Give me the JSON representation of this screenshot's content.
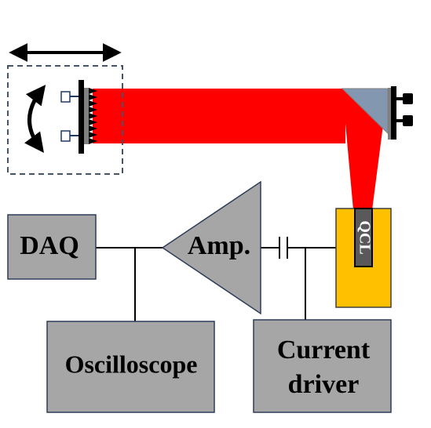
{
  "labels": {
    "daq": "DAQ",
    "amp": "Amp.",
    "oscilloscope": "Oscilloscope",
    "qcl": "QCL",
    "current_driver_line1": "Current",
    "current_driver_line2": "driver"
  },
  "colors": {
    "beam": "#ff0000",
    "box_fill": "#a6a6a6",
    "box_stroke": "#2f3c58",
    "qcl_mount": "#ffc000",
    "qcl_chip": "#595959",
    "mirror_face": "#8497b0",
    "wire": "#000000",
    "stage_dash": "#44546a"
  },
  "icons": {
    "stage_arrow": "double-headed-horizontal-arrow",
    "rotation": "curved-double-arrow-rotation-icon",
    "grating": "sawtooth-grating-icon",
    "mirror": "prism-mirror-icon",
    "capacitor": "capacitor-symbol"
  }
}
